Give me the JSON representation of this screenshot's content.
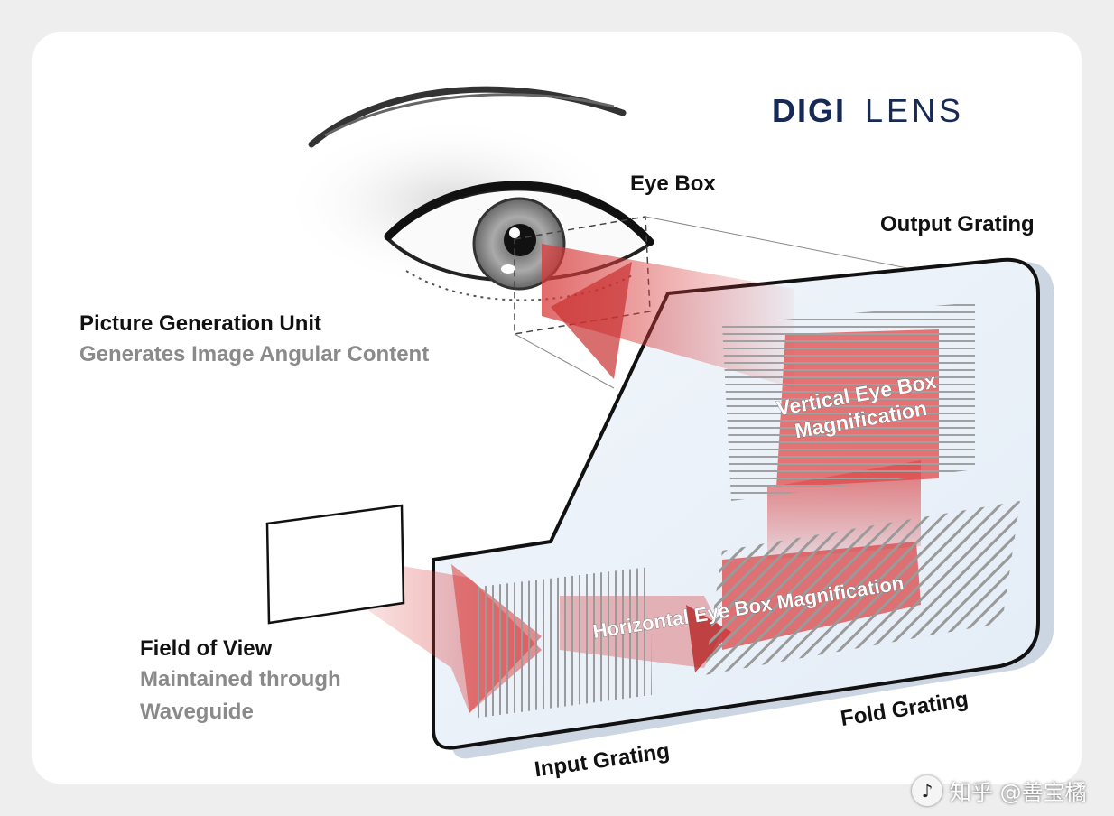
{
  "logo": {
    "part_bold": "DIGI",
    "part_light": "LENS"
  },
  "labels": {
    "eye_box": "Eye Box",
    "output_grating": "Output Grating",
    "pgu_title": "Picture Generation Unit",
    "pgu_desc": "Generates Image Angular Content",
    "fov_title": "Field of View",
    "fov_desc_line1": "Maintained through",
    "fov_desc_line2": "Waveguide",
    "vertical_line1": "Vertical Eye Box",
    "vertical_line2": "Magnification",
    "horizontal": "Horizontal Eye Box Magnification",
    "input_grating": "Input Grating",
    "fold_grating": "Fold Grating"
  },
  "watermark": {
    "icon": "♪",
    "text": "知乎 @善宝橘"
  },
  "colors": {
    "beam_red": "#d83a3a",
    "logo_navy": "#172a55",
    "grey_text": "#8a8a8a"
  }
}
